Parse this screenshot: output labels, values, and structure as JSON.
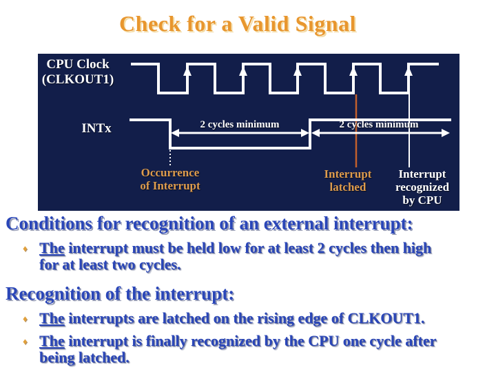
{
  "title": "Check for a Valid Signal",
  "colors": {
    "panel_bg": "#121E4A",
    "title_orange": "#E8962E",
    "label_orange": "#DE9C4D",
    "marker_line_orange": "#C2602C",
    "body_blue": "#2A46B8",
    "bullet_gold": "#E2A13C",
    "waveform_white": "#FFFFFF"
  },
  "diagram": {
    "clock_label": [
      "CPU Clock",
      "(CLKOUT1)"
    ],
    "intx_label": "INTx",
    "interval_label_1": "2 cycles minimum",
    "interval_label_2": "2 cycles minimum",
    "occurrence_label": [
      "Occurrence",
      "of Interrupt"
    ],
    "latched_label": [
      "Interrupt",
      "latched"
    ],
    "recognized_label": [
      "Interrupt",
      "recognized",
      "by CPU"
    ]
  },
  "sections": [
    {
      "heading": "Conditions for recognition of an external interrupt:",
      "bullets": [
        {
          "lines": [
            [
              {
                "text": "The",
                "underline": true
              },
              {
                "text": " interrupt must be held low for at least 2 cycles then high",
                "underline": false
              }
            ],
            [
              {
                "text": "for at least two cycles.",
                "underline": false
              }
            ]
          ]
        }
      ]
    },
    {
      "heading": "Recognition of the interrupt:",
      "bullets": [
        {
          "lines": [
            [
              {
                "text": "The",
                "underline": true
              },
              {
                "text": " interrupts are latched on the rising edge of CLKOUT1.",
                "underline": false
              }
            ]
          ]
        },
        {
          "lines": [
            [
              {
                "text": "The",
                "underline": true
              },
              {
                "text": " interrupt is finally recognized by the CPU one cycle after",
                "underline": false
              }
            ],
            [
              {
                "text": "being latched.",
                "underline": false
              }
            ]
          ]
        }
      ]
    }
  ]
}
